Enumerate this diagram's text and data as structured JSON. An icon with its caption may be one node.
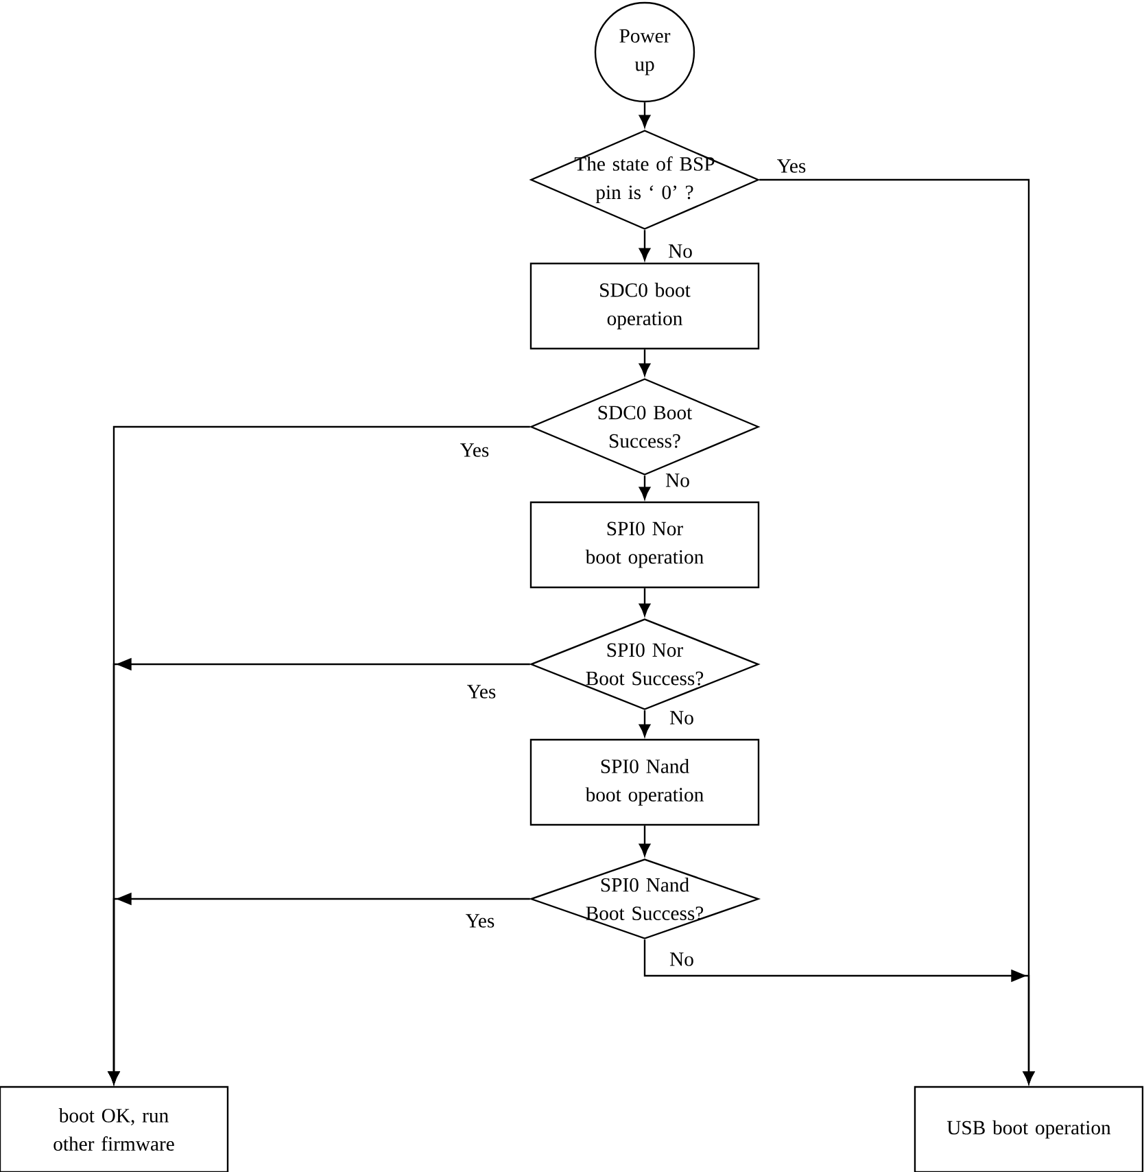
{
  "diagram": {
    "nodes": [
      {
        "text": [
          "Power up"
        ]
      },
      {
        "text": [
          "The state of BSP pin is ‘ 0’ ?"
        ]
      },
      {
        "text": [
          "SDC0 boot operation"
        ]
      },
      {
        "text": [
          "SDC0 Boot Success?"
        ]
      },
      {
        "text": [
          "SPI0 Nor boot operation"
        ]
      },
      {
        "text": [
          "SPI0 Nor Boot Success?"
        ]
      },
      {
        "text": [
          "SPI0 Nand boot operation"
        ]
      },
      {
        "text": [
          "SPI0 Nand Boot Success?"
        ]
      },
      {
        "text": [
          "boot OK, run other firmware"
        ]
      },
      {
        "text": [
          "USB boot operation"
        ]
      }
    ],
    "edges": [
      {
        "from": 0,
        "to": 1,
        "arrow": "to"
      },
      {
        "from": 1,
        "to": 9,
        "arrow": "to",
        "label": "Yes"
      },
      {
        "from": 1,
        "to": 2,
        "arrow": "to",
        "label": "No"
      },
      {
        "from": 2,
        "to": 3,
        "arrow": "to"
      },
      {
        "from": 3,
        "to": 8,
        "arrow": "to",
        "label": "Yes"
      },
      {
        "from": 3,
        "to": 4,
        "arrow": "to",
        "label": "No"
      },
      {
        "from": 4,
        "to": 5,
        "arrow": "to"
      },
      {
        "from": 5,
        "to": 8,
        "arrow": "to",
        "label": "Yes"
      },
      {
        "from": 5,
        "to": 6,
        "arrow": "to",
        "label": "No"
      },
      {
        "from": 6,
        "to": 7,
        "arrow": "to"
      },
      {
        "from": 7,
        "to": 8,
        "arrow": "to",
        "label": "Yes"
      },
      {
        "from": 7,
        "to": 9,
        "arrow": "to",
        "label": "No"
      }
    ]
  }
}
